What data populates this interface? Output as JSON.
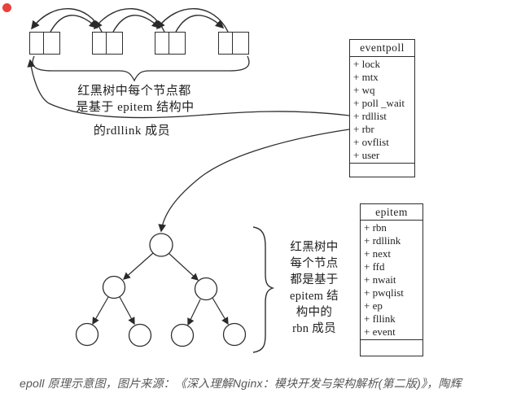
{
  "linked_list": {
    "node_count": 4,
    "annotation_lines": [
      "红黑树中每个节点都",
      "是基于 epitem 结构中",
      "的rdllink 成员"
    ]
  },
  "eventpoll_table": {
    "title": "eventpoll",
    "fields": [
      "+ lock",
      "+ mtx",
      "+ wq",
      "+ poll _wait",
      "+ rdllist",
      "+ rbr",
      "+ ovflist",
      "+ user"
    ]
  },
  "epitem_table": {
    "title": "epitem",
    "fields": [
      "+ rbn",
      "+ rdllink",
      "+ next",
      "+ ffd",
      "+ nwait",
      "+ pwqlist",
      "+ ep",
      "+ fllink",
      "+ event"
    ]
  },
  "tree_annotation_lines": [
    "红黑树中",
    "每个节点",
    "都是基于",
    "epitem 结",
    "构中的",
    "rbn 成员"
  ],
  "caption": "epoll 原理示意图，图片来源：《深入理解Nginx：模块开发与架构解析(第二版)》，陶辉",
  "colors": {
    "line": "#2f2f2f",
    "caption_text": "#565656",
    "background": "#ffffff",
    "red_dot": "#e8423c"
  }
}
